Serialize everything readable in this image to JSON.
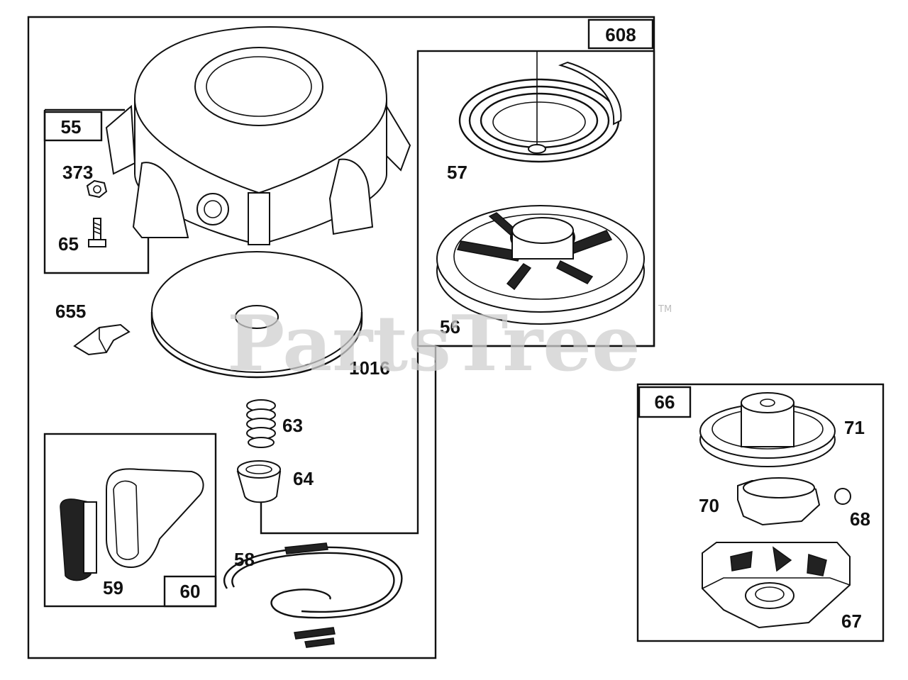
{
  "diagram": {
    "boxes": {
      "main": "",
      "b608": "608",
      "b55": "55",
      "b60": "60",
      "b66": "66"
    },
    "labels": {
      "p373": "373",
      "p65": "65",
      "p655": "655",
      "p1016": "1016",
      "p63": "63",
      "p64": "64",
      "p58": "58",
      "p59": "59",
      "p57": "57",
      "p56": "56",
      "p71": "71",
      "p70": "70",
      "p68": "68",
      "p67": "67"
    },
    "watermark": "PartsTree",
    "trademark": "TM"
  }
}
